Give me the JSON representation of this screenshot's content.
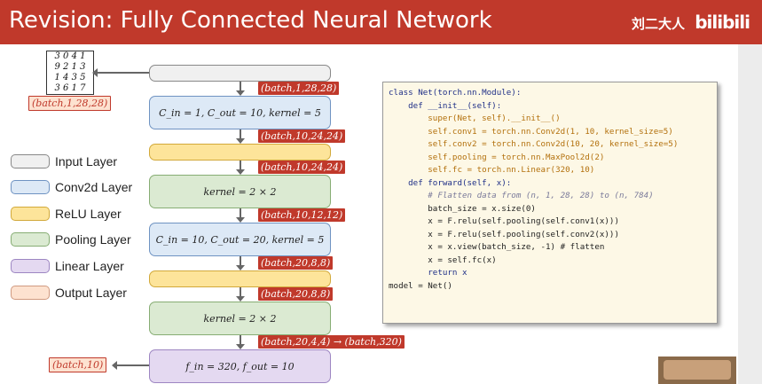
{
  "header": {
    "title": "Revision: Fully Connected Neural Network",
    "author": "刘二大人",
    "logo": "bilibili"
  },
  "digits": [
    "3 0 4 1",
    "9 2 1 3",
    "1 4 3 5",
    "3 6 1 7"
  ],
  "input_tag": "(batch,1,28,28)",
  "layers": [
    {
      "type": "input",
      "text": ""
    },
    {
      "type": "conv",
      "text": "C_in = 1, C_out = 10, kernel = 5"
    },
    {
      "type": "relu",
      "text": ""
    },
    {
      "type": "pool",
      "text": "kernel = 2 × 2"
    },
    {
      "type": "conv",
      "text": "C_in = 10, C_out = 20, kernel = 5"
    },
    {
      "type": "relu",
      "text": ""
    },
    {
      "type": "pool",
      "text": "kernel = 2 × 2"
    },
    {
      "type": "linear",
      "text": "f_in = 320, f_out = 10"
    }
  ],
  "shape_tags": [
    "(batch,1,28,28)",
    "(batch,10,24,24)",
    "(batch,10,24,24)",
    "(batch,10,12,12)",
    "(batch,20,8,8)",
    "(batch,20,8,8)",
    "(batch,20,4,4) → (batch,320)"
  ],
  "output_tag": "(batch,10)",
  "legend": [
    {
      "label": "Input Layer",
      "color": "#f0f0f0"
    },
    {
      "label": "Conv2d Layer",
      "color": "#dde9f6"
    },
    {
      "label": "ReLU Layer",
      "color": "#fde49a"
    },
    {
      "label": "Pooling Layer",
      "color": "#dbead2"
    },
    {
      "label": "Linear Layer",
      "color": "#e4d9f1"
    },
    {
      "label": "Output Layer",
      "color": "#fde2d0"
    }
  ],
  "code": [
    "class Net(torch.nn.Module):",
    "    def __init__(self):",
    "        super(Net, self).__init__()",
    "        self.conv1 = torch.nn.Conv2d(1, 10, kernel_size=5)",
    "        self.conv2 = torch.nn.Conv2d(10, 20, kernel_size=5)",
    "        self.pooling = torch.nn.MaxPool2d(2)",
    "        self.fc = torch.nn.Linear(320, 10)",
    "",
    "    def forward(self, x):",
    "        # Flatten data from (n, 1, 28, 28) to (n, 784)",
    "        batch_size = x.size(0)",
    "        x = F.relu(self.pooling(self.conv1(x)))",
    "        x = F.relu(self.pooling(self.conv2(x)))",
    "        x = x.view(batch_size, -1) # flatten",
    "        x = self.fc(x)",
    "        return x",
    "",
    "model = Net()"
  ]
}
